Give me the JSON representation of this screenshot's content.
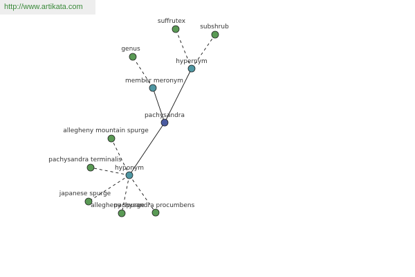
{
  "banner": {
    "url_text": "http://www.artikata.com"
  },
  "colors": {
    "center_node": "#4a5aa0",
    "relation_node": "#4f97a3",
    "leaf_node": "#5a9a55",
    "node_outline": "#222222",
    "edge": "#111111"
  },
  "graph": {
    "center": {
      "label": "pachysandra",
      "kind": "center"
    },
    "relations": [
      {
        "id": "hypernym",
        "label": "hypernym",
        "kind": "relation"
      },
      {
        "id": "member_meronym",
        "label": "member meronym",
        "kind": "relation"
      },
      {
        "id": "hyponym",
        "label": "hyponym",
        "kind": "relation"
      }
    ],
    "leaves": [
      {
        "id": "suffrutex",
        "label": "suffrutex",
        "relation": "hypernym"
      },
      {
        "id": "subshrub",
        "label": "subshrub",
        "relation": "hypernym"
      },
      {
        "id": "genus",
        "label": "genus",
        "relation": "member_meronym"
      },
      {
        "id": "allegheny_mountain_spurge",
        "label": "allegheny mountain spurge",
        "relation": "hyponym"
      },
      {
        "id": "pachysandra_terminalis",
        "label": "pachysandra terminalis",
        "relation": "hyponym"
      },
      {
        "id": "japanese_spurge",
        "label": "japanese spurge",
        "relation": "hyponym"
      },
      {
        "id": "allegheny_spurge",
        "label": "allegheny spurge",
        "relation": "hyponym"
      },
      {
        "id": "pachysandra_procumbens",
        "label": "pachysandra procumbens",
        "relation": "hyponym"
      }
    ]
  }
}
